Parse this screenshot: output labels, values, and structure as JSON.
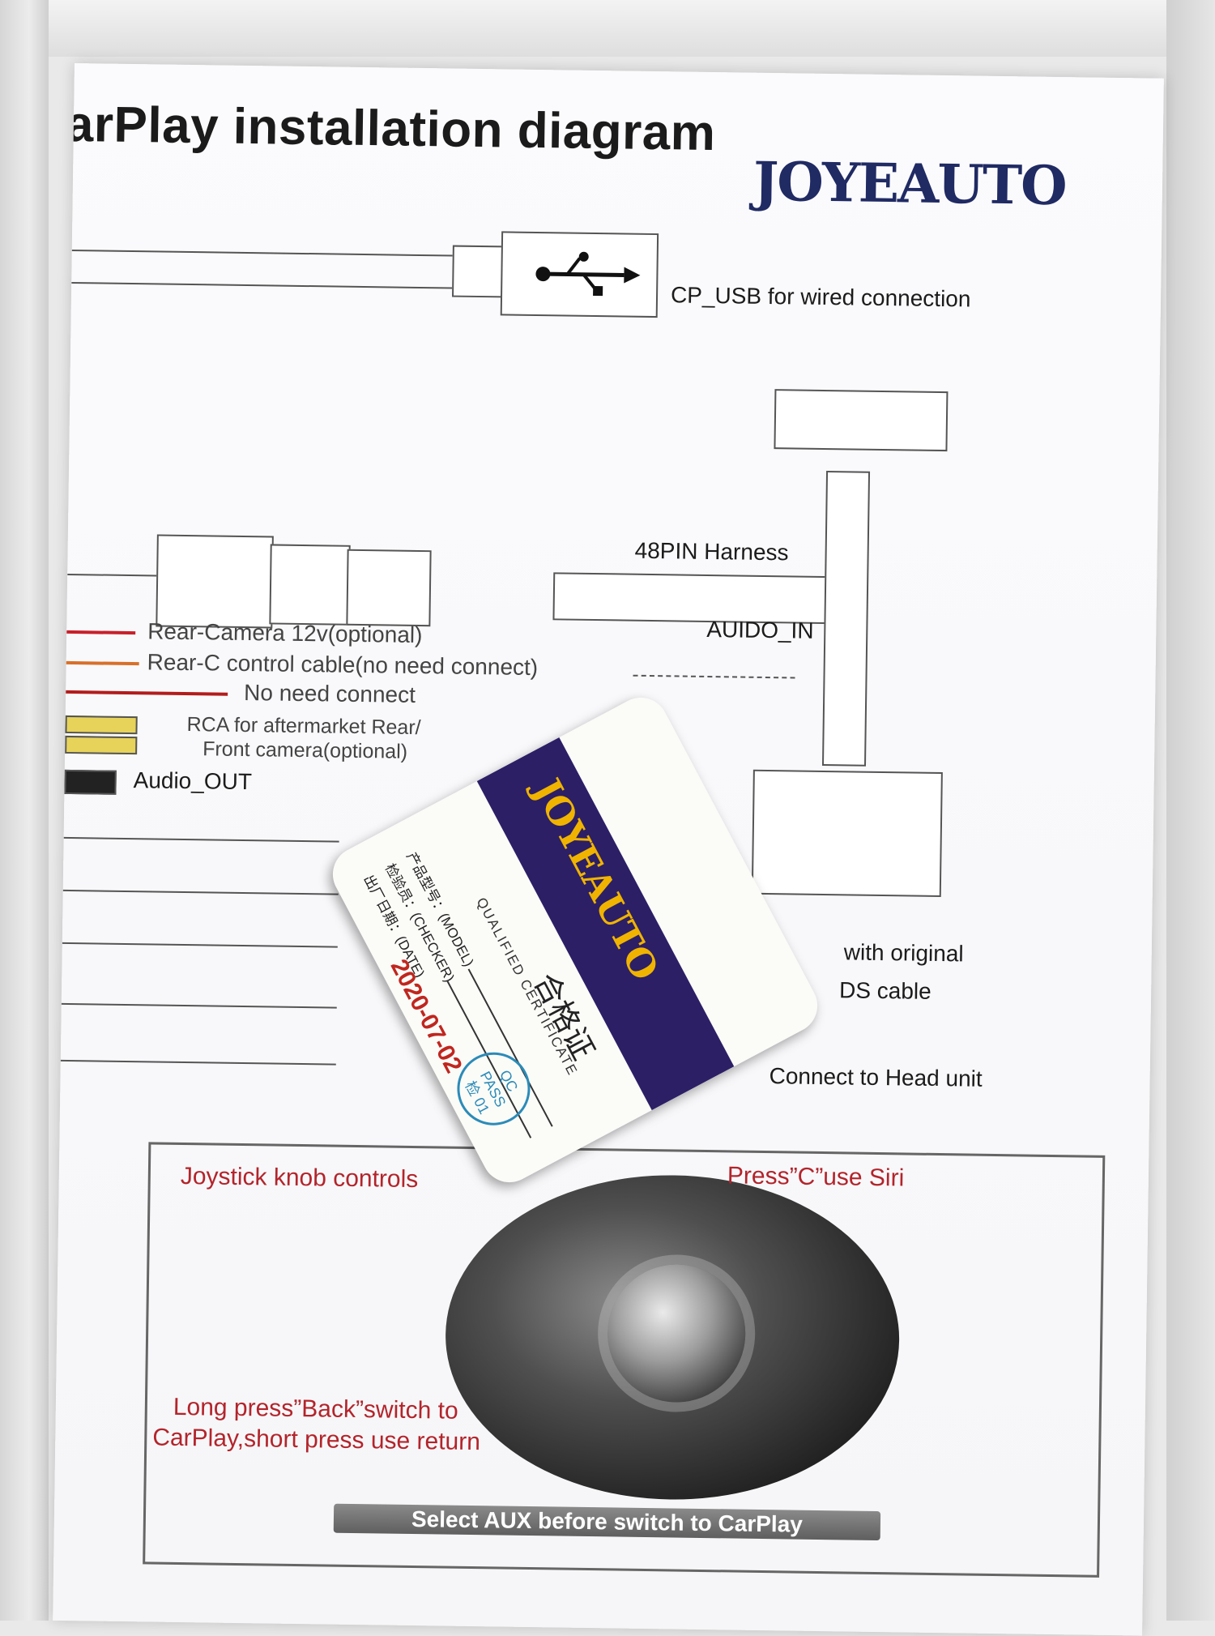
{
  "document": {
    "title": "arPlay installation diagram",
    "brand": "JOYEAUTO"
  },
  "labels": {
    "usb": "CP_USB for wired connection",
    "harness": "48PIN Harness",
    "audio_in": "AUIDO_IN",
    "rear_camera": "Rear-Camera 12v(optional)",
    "rear_c_control": "Rear-C control cable(no need connect)",
    "no_need": "No need connect",
    "rca_line1": "RCA for aftermarket Rear/",
    "rca_line2": "Front camera(optional)",
    "audio_out": "Audio_OUT",
    "with_original": "with original",
    "ds_cable": "DS cable",
    "connect_head": "Connect to Head unit"
  },
  "controls_panel": {
    "joystick": "Joystick knob controls",
    "press_c": "Press”C”use Siri",
    "long_press_1": "Long press”Back”switch to",
    "long_press_2": "CarPlay,short press use return",
    "banner": "Select AUX before switch to CarPlay"
  },
  "certificate": {
    "brand": "JOYEAUTO",
    "title_cn": "合格证",
    "title_en": "QUALIFIED CERTIFICATE",
    "model_label": "产品型号：(MODEL)",
    "checker_label": "检验员：(CHECKER)",
    "date_label": "出厂日期：(DATE)",
    "date_value": "2020-07-02",
    "stamp_line1": "QC",
    "stamp_line2": "PASS",
    "stamp_line3": "检 01"
  },
  "colors": {
    "brand_navy": "#202a63",
    "brand_yellow": "#f0b400",
    "annotation_red": "#b3242b",
    "stamp_blue": "#2b8bb8"
  }
}
